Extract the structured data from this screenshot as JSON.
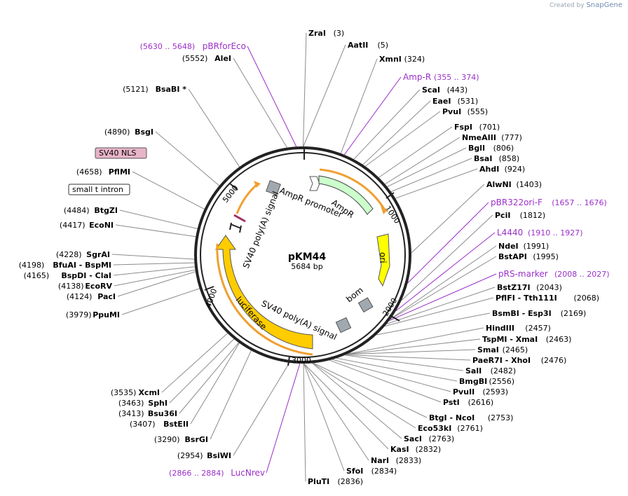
{
  "credit": {
    "prefix": "Created by",
    "brand": "SnapGene"
  },
  "plasmid": {
    "name": "pKM44",
    "length_label": "5684 bp",
    "length": 5684
  },
  "ticks": [
    "1000",
    "2000",
    "3000",
    "4000",
    "5000"
  ],
  "features": [
    {
      "label": "AmpR promoter",
      "color": "#ffffff",
      "kind": "promoter"
    },
    {
      "label": "AmpR",
      "color": "#ccffcc",
      "kind": "cds"
    },
    {
      "label": "ori",
      "color": "#ffff00",
      "kind": "rep_origin"
    },
    {
      "label": "bom",
      "color": "#a0a8b0",
      "kind": "misc"
    },
    {
      "label": "SV40 poly(A) signal",
      "color": "#a0a8b0",
      "kind": "polyA"
    },
    {
      "label": "luciferase",
      "color": "#ffcc00",
      "kind": "cds"
    },
    {
      "label": "SV40 poly(A) signal",
      "color": "#a0a8b0",
      "kind": "polyA"
    }
  ],
  "boxed_labels": [
    {
      "text": "SV40 NLS",
      "fill": "#e8b4c8"
    },
    {
      "text": "small t intron",
      "fill": "#ffffff"
    }
  ],
  "sites_left": [
    {
      "name": "AleI",
      "pos": "(5552)"
    },
    {
      "name": "BsaBI *",
      "pos": "(5121)"
    },
    {
      "name": "BsgI",
      "pos": "(4890)"
    },
    {
      "name": "PflMI",
      "pos": "(4658)"
    },
    {
      "name": "BtgZI",
      "pos": "(4484)"
    },
    {
      "name": "EcoNI",
      "pos": "(4417)"
    },
    {
      "name": "SgrAI",
      "pos": "(4228)"
    },
    {
      "name": "BfuAI - BspMI",
      "pos": "(4198)"
    },
    {
      "name": "BspDI - ClaI",
      "pos": "(4165)"
    },
    {
      "name": "EcoRV",
      "pos": "(4138)"
    },
    {
      "name": "PacI",
      "pos": "(4124)"
    },
    {
      "name": "PpuMI",
      "pos": "(3979)"
    },
    {
      "name": "XcmI",
      "pos": "(3535)"
    },
    {
      "name": "SphI",
      "pos": "(3463)"
    },
    {
      "name": "Bsu36I",
      "pos": "(3413)"
    },
    {
      "name": "BstEII",
      "pos": "(3407)"
    },
    {
      "name": "BsrGI",
      "pos": "(3290)"
    },
    {
      "name": "BsiWI",
      "pos": "(2954)"
    }
  ],
  "sites_right": [
    {
      "name": "ZraI",
      "pos": "(3)"
    },
    {
      "name": "AatII",
      "pos": "(5)"
    },
    {
      "name": "XmnI",
      "pos": "(324)"
    },
    {
      "name": "ScaI",
      "pos": "(443)"
    },
    {
      "name": "EaeI",
      "pos": "(531)"
    },
    {
      "name": "PvuI",
      "pos": "(555)"
    },
    {
      "name": "FspI",
      "pos": "(701)"
    },
    {
      "name": "NmeAIII",
      "pos": "(777)"
    },
    {
      "name": "BglI",
      "pos": "(806)"
    },
    {
      "name": "BsaI",
      "pos": "(858)"
    },
    {
      "name": "AhdI",
      "pos": "(924)"
    },
    {
      "name": "AlwNI",
      "pos": "(1403)"
    },
    {
      "name": "PciI",
      "pos": "(1812)"
    },
    {
      "name": "NdeI",
      "pos": "(1991)"
    },
    {
      "name": "BstAPI",
      "pos": "(1995)"
    },
    {
      "name": "BstZ17I",
      "pos": "(2043)"
    },
    {
      "name": "PflFI - Tth111I",
      "pos": "(2068)"
    },
    {
      "name": "BsmBI - Esp3I",
      "pos": "(2169)"
    },
    {
      "name": "HindIII",
      "pos": "(2457)"
    },
    {
      "name": "TspMI - XmaI",
      "pos": "(2463)"
    },
    {
      "name": "SmaI",
      "pos": "(2465)"
    },
    {
      "name": "PaeR7I - XhoI",
      "pos": "(2476)"
    },
    {
      "name": "SalI",
      "pos": "(2482)"
    },
    {
      "name": "BmgBI",
      "pos": "(2556)"
    },
    {
      "name": "PvuII",
      "pos": "(2593)"
    },
    {
      "name": "PstI",
      "pos": "(2616)"
    },
    {
      "name": "BtgI - NcoI",
      "pos": "(2753)"
    },
    {
      "name": "Eco53kI",
      "pos": "(2761)"
    },
    {
      "name": "SacI",
      "pos": "(2763)"
    },
    {
      "name": "KasI",
      "pos": "(2832)"
    },
    {
      "name": "NarI",
      "pos": "(2833)"
    },
    {
      "name": "SfoI",
      "pos": "(2834)"
    },
    {
      "name": "PluTI",
      "pos": "(2836)"
    }
  ],
  "primers": [
    {
      "name": "pBRforEco",
      "pos": "(5630 .. 5648)"
    },
    {
      "name": "Amp-R",
      "pos": "(355 .. 374)"
    },
    {
      "name": "pBR322ori-F",
      "pos": "(1657 .. 1676)"
    },
    {
      "name": "L4440",
      "pos": "(1910 .. 1927)"
    },
    {
      "name": "pRS-marker",
      "pos": "(2008 .. 2027)"
    },
    {
      "name": "LucNrev",
      "pos": "(2866 .. 2884)"
    }
  ],
  "colors": {
    "primer": "#9b30c8",
    "backbone": "#222222",
    "leader": "#8c8c8c",
    "arrow_border": "#e0a050"
  }
}
